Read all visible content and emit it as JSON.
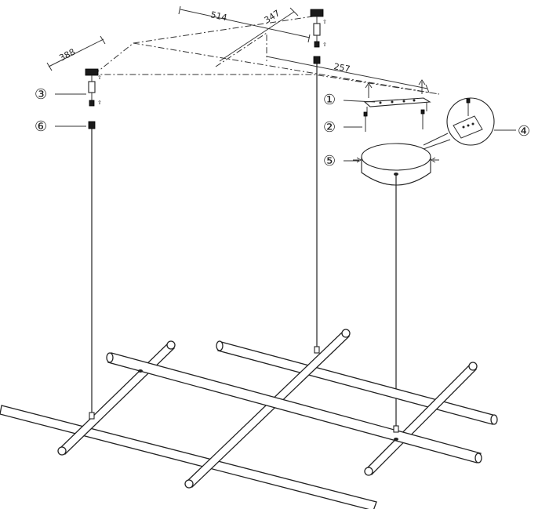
{
  "dimensions": {
    "d514": "514",
    "d347": "347",
    "d388": "388",
    "d257": "257"
  },
  "callouts": {
    "c1": "①",
    "c2": "②",
    "c3": "③",
    "c4": "④",
    "c5": "⑤",
    "c6": "⑥"
  }
}
